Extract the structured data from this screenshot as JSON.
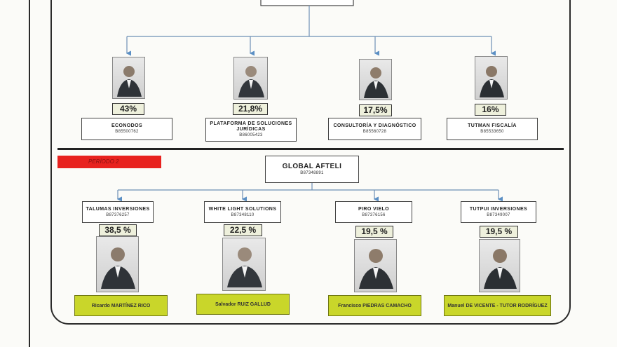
{
  "period1": {
    "subsidiaries": [
      {
        "pct": "43%",
        "name": "ECONODOS",
        "code": "B85500762"
      },
      {
        "pct": "21,8%",
        "name": "PLATAFORMA DE SOLUCIONES JURÍDICAS",
        "code": "B86005423"
      },
      {
        "pct": "17,5%",
        "name": "CONSULTORÍA Y DIAGNÓSTICO",
        "code": "B85560728"
      },
      {
        "pct": "16%",
        "name": "TUTMAN FISCALÍA",
        "code": "B85533650"
      }
    ]
  },
  "period2": {
    "label": "PERÍODO 2",
    "parent": {
      "name": "GLOBAL AFTELI",
      "code": "B87348891"
    },
    "subsidiaries": [
      {
        "name": "TALUMAS INVERSIONES",
        "code": "B87376257",
        "pct": "38,5 %",
        "person": "Ricardo MARTÍNEZ RICO"
      },
      {
        "name": "WHITE LIGHT SOLUTIONS",
        "code": "B87348110",
        "pct": "22,5 %",
        "person": "Salvador RUIZ GALLUD"
      },
      {
        "name": "PIRO VIELO",
        "code": "B87376156",
        "pct": "19,5 %",
        "person": "Francisco PIEDRAS CAMACHO"
      },
      {
        "name": "TUTPUI INVERSIONES",
        "code": "B87349007",
        "pct": "19,5 %",
        "person": "Manuel DE VICENTE - TUTOR RODRÍGUEZ"
      }
    ]
  }
}
